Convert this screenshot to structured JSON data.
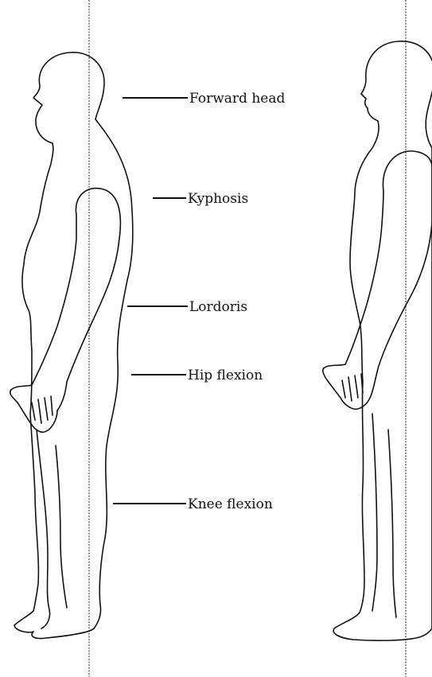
{
  "diagram": {
    "labels": {
      "forward_head": "Forward head",
      "kyphosis": "Kyphosis",
      "lordoris": "Lordoris",
      "hip_flexion": "Hip flexion",
      "knee_flexion": "Knee flexion"
    },
    "colors": {
      "outline": "#111111",
      "plumb_line": "#444444",
      "background": "#ffffff"
    }
  }
}
